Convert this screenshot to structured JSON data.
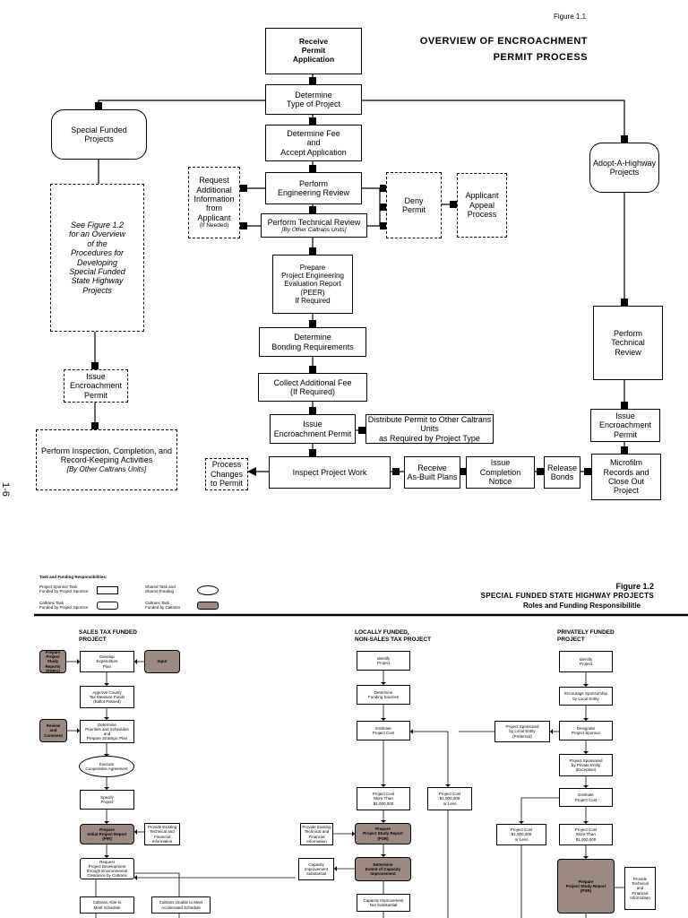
{
  "figure1": {
    "fig_label": "Figure 1.1",
    "title_line1": "OVERVIEW OF ENCROACHMENT",
    "title_line2": "PERMIT PROCESS",
    "page_number": "1-6",
    "nodes": {
      "receive": "Receive\nPermit\nApplication",
      "determine_type": "Determine\nType of Project",
      "special_funded": "Special Funded\nProjects",
      "determine_fee": "Determine Fee\nand\nAccept Application",
      "adopt_highway": "Adopt-A-Highway\nProjects",
      "request_info": "Request\nAdditional\nInformation\nfrom\nApplicant",
      "request_info_note": "(If Needed)",
      "engineering_review": "Perform\nEngineering Review",
      "deny_permit": "Deny\nPermit",
      "appeal": "Applicant\nAppeal\nProcess",
      "technical_review": "Perform Technical Review",
      "technical_review_note": "[By Other Caltrans Units]",
      "see_figure": "See Figure 1.2\nfor an Overview\nof the\nProcedures for Developing\nSpecial Funded\nState Highway\nProjects",
      "peer": "Prepare\nProject Engineering\nEvaluation Report\n(PEER)\nIf Required",
      "adopt_tech_review": "Perform\nTechnical\nReview",
      "bonding": "Determine\nBonding Requirements",
      "issue_permit_left": "Issue\nEncroachment\nPermit",
      "collect_fee": "Collect Additional Fee\n(If Required)",
      "issue_permit_center": "Issue\nEncroachment Permit",
      "distribute": "Distribute Permit to Other Caltrans Units\nas Required by Project Type",
      "issue_permit_right": "Issue\nEncroachment\nPermit",
      "inspection": "Perform Inspection, Completion, and\nRecord-Keeping Activities",
      "inspection_note": "[By Other Caltrans Units]",
      "process_changes": "Process\nChanges\nto Permit",
      "inspect_work": "Inspect Project Work",
      "as_built": "Receive\nAs-Built Plans",
      "completion_notice": "Issue\nCompletion Notice",
      "release_bonds": "Release\nBonds",
      "microfilm": "Microfilm\nRecords and\nClose Out\nProject"
    }
  },
  "figure2": {
    "fig_label": "Figure 1.2",
    "title_line1": "SPECIAL FUNDED STATE HIGHWAY PROJECTS",
    "title_line2": "Roles and Funding Responsibilitie",
    "legend": {
      "heading": "Task and Funding Responsibilities:",
      "sponsor_task": "Project Sponsor Task\nFunded by Project Sponsor",
      "shared_task": "Shared Task and\nShared Funding",
      "caltrans_sponsor": "Caltrans Task\nFunded by Project Sponsor",
      "caltrans_task": "Caltrans Task\nFunded by Caltrans"
    },
    "columns": {
      "sales_tax": "SALES TAX FUNDED\nPROJECT",
      "locally_funded": "LOCALLY FUNDED,\nNON-SALES TAX PROJECT",
      "privately_funded": "PRIVATELY FUNDED\nPROJECT"
    },
    "nodes": {
      "prepare_psr_left": "Prepare\nProject Study\nReports\n(PSR's)",
      "develop_plan": "Develop\nExpenditure\nPlan",
      "input": "Input",
      "approve_funds": "Approve County\nTax Measure Funds\n(Ballot Passed)",
      "review_comment": "Review\nand\nComment",
      "determine_priorities": "Determine\nPriorities and Schedules\nand\nPrepare Strategic Plan",
      "execute_agreement": "Execute\nCooperative Agreement",
      "specify_project": "Specify\nProject",
      "prepare_pir": "Prepare\nInitial Project Report\n(PIR)",
      "provide_info_1": "Provide Existing\nTechnical and\nFinancial\nInformation",
      "request_dev": "Request\nProject Development\nthrough Environmental\nClearance by Caltrans",
      "caltrans_able": "Caltrans Able to\nMeet Schedule",
      "caltrans_unable": "Caltrans Unable to Meet\nAccelerated Schedule",
      "identify_local": "Identify\nProject",
      "determine_sources": "Determine\nFunding Sources",
      "estimate_local": "Estimate\nProject Cost",
      "cost_more_local": "Project Cost\nMore Than\n$1,000,000",
      "cost_less_local": "Project Cost\n$1,000,000\nor Less",
      "provide_info_2": "Provide Existing\nTechnical and\nFinancial\nInformation",
      "prepare_psr_local": "Prepare\nProject Study Report\n(PSR)",
      "capacity_substantial": "Capacity\nImprovement\nSubstantial",
      "determine_extent": "Determine\nExtent of Capacity\nImprovement",
      "capacity_not": "Capacity Improvement\nNot Substantial",
      "identify_private": "Identify\nProject",
      "encourage": "Encourage Sponsorship\nby Local Entity",
      "sponsored_local": "Project Sponsored\nby Local Entity\n(Preferred)",
      "designate": "Designate\nProject Sponsor",
      "sponsored_private": "Project Sponsored\nby Private Entity\n(Exception)",
      "estimate_private": "Estimate\nProject Cost",
      "cost_less_private": "Project Cost\n$1,000,000\nor Less",
      "cost_more_private": "Project Cost\nMore Than\n$1,000,000",
      "prepare_psr_private": "Prepare\nProject Study Report\n(PSR)",
      "provide_info_3": "Provide\nTechnical\nand\nFinancial\nInformation"
    }
  }
}
